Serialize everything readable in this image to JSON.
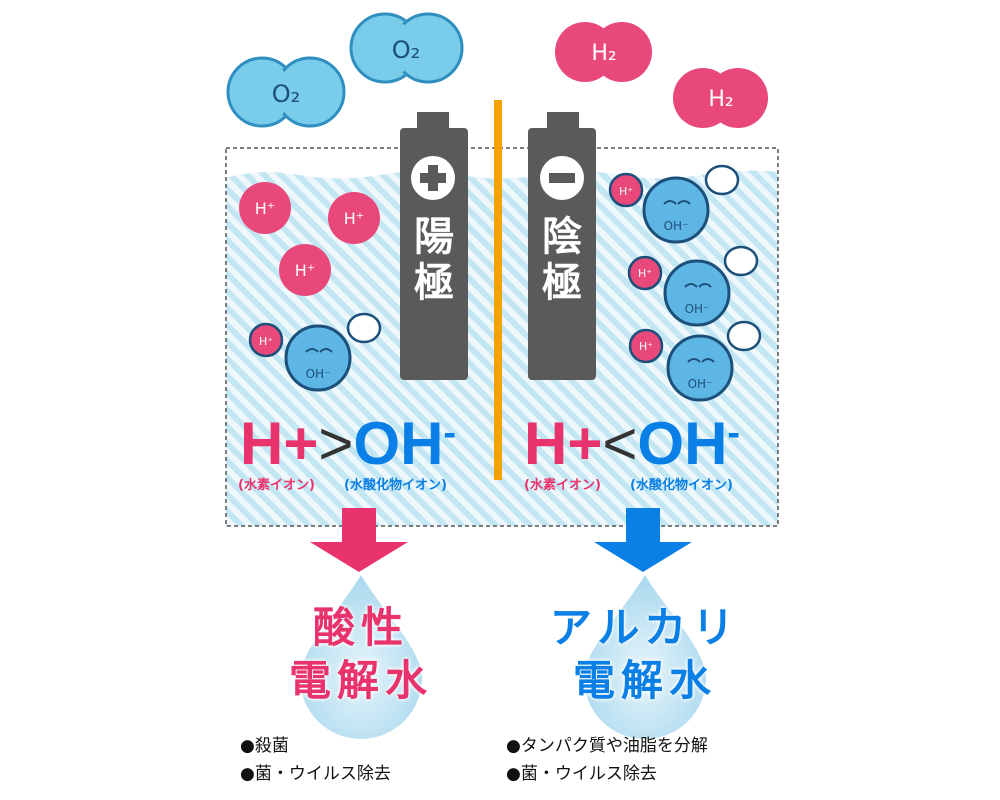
{
  "gases": {
    "o2_label": "O₂",
    "h2_label": "H₂"
  },
  "anode": {
    "symbol": "+",
    "label_1": "陽",
    "label_2": "極"
  },
  "cathode": {
    "symbol": "−",
    "label_1": "陰",
    "label_2": "極"
  },
  "ion_labels": {
    "h_plus": "H⁺",
    "oh_minus": "OH⁻"
  },
  "left_side": {
    "h": "H+",
    "comparator": ">",
    "oh": "OH",
    "oh_sign": "-",
    "h_caption": "(水素イオン)",
    "oh_caption": "(水酸化物イオン)",
    "water_title_1": "酸性",
    "water_title_2": "電解水",
    "benefits": [
      "●殺菌",
      "●菌・ウイルス除去"
    ]
  },
  "right_side": {
    "h": "H+",
    "comparator": "<",
    "oh": "OH",
    "oh_sign": "-",
    "h_caption": "(水素イオン)",
    "oh_caption": "(水酸化物イオン)",
    "water_title_1": "アルカリ",
    "water_title_2": "電解水",
    "benefits": [
      "●タンパク質や油脂を分解",
      "●菌・ウイルス除去"
    ]
  },
  "colors": {
    "acid": "#e8336d",
    "alkali": "#0a7fe6",
    "electrode": "#5a5a5a",
    "separator": "#f5a100",
    "water": "#c8e9f5",
    "gas_o2": "#79cdea",
    "gas_h2": "#e8487a",
    "drop": "#b9e0f0"
  }
}
